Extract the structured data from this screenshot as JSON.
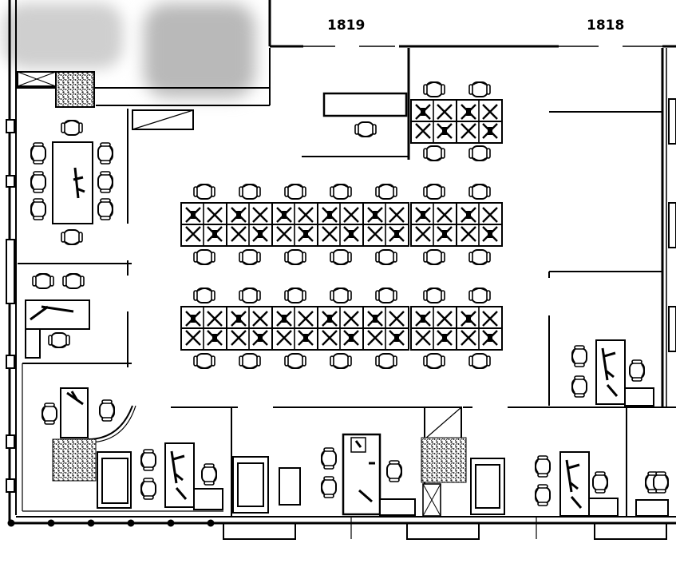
{
  "rooms": [
    {
      "id": "1819",
      "label": "1819"
    },
    {
      "id": "1818",
      "label": "1818"
    }
  ],
  "logo": {
    "description_name": "blurred-logo"
  },
  "colors": {
    "line": "#000000",
    "background": "#ffffff",
    "hatch": "#222222"
  },
  "icons": [
    "chair-icon",
    "desk-icon",
    "planter-icon",
    "sofa-icon",
    "column-icon"
  ]
}
